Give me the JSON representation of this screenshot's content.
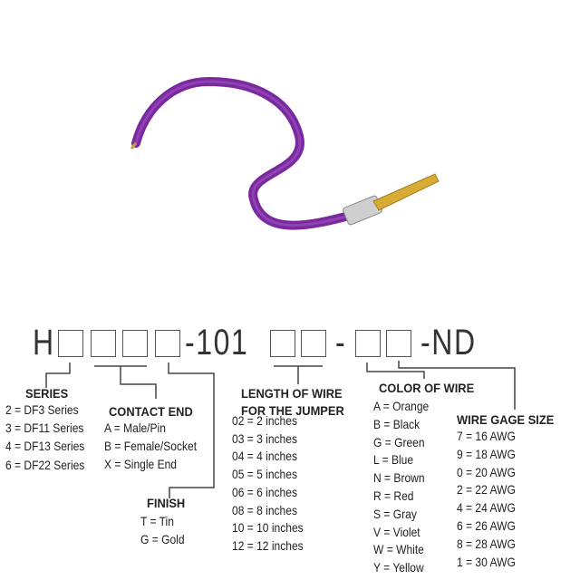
{
  "product_image": {
    "wire_color": "#7a2a9e",
    "contact_color": "#d4a72c"
  },
  "part_number": {
    "prefix": "H",
    "middle": "-101",
    "dash": "-",
    "suffix": "-ND"
  },
  "series": {
    "title": "SERIES",
    "items": [
      "2 = DF3 Series",
      "3 = DF11 Series",
      "4 = DF13 Series",
      "6 = DF22 Series"
    ]
  },
  "contact_end": {
    "title": "CONTACT END",
    "items": [
      "A = Male/Pin",
      "B = Female/Socket",
      "X = Single End"
    ]
  },
  "finish": {
    "title": "FINISH",
    "items": [
      "T = Tin",
      "G = Gold"
    ]
  },
  "length": {
    "title_line1": "LENGTH OF WIRE",
    "title_line2": "FOR THE JUMPER",
    "items": [
      "02 = 2 inches",
      "03 = 3 inches",
      "04 = 4 inches",
      "05 = 5 inches",
      "06 = 6 inches",
      "08 = 8 inches",
      "10 = 10 inches",
      "12 = 12 inches"
    ]
  },
  "color": {
    "title": "COLOR OF WIRE",
    "items": [
      "A = Orange",
      "B = Black",
      "G = Green",
      "L = Blue",
      "N = Brown",
      "R = Red",
      "S = Gray",
      "V = Violet",
      "W = White",
      "Y = Yellow"
    ]
  },
  "gage": {
    "title": "WIRE GAGE SIZE",
    "items": [
      "7 = 16 AWG",
      "9 = 18 AWG",
      "0 = 20 AWG",
      "2 = 22 AWG",
      "4 = 24 AWG",
      "6 = 26 AWG",
      "8 = 28 AWG",
      "1 = 30 AWG"
    ]
  }
}
